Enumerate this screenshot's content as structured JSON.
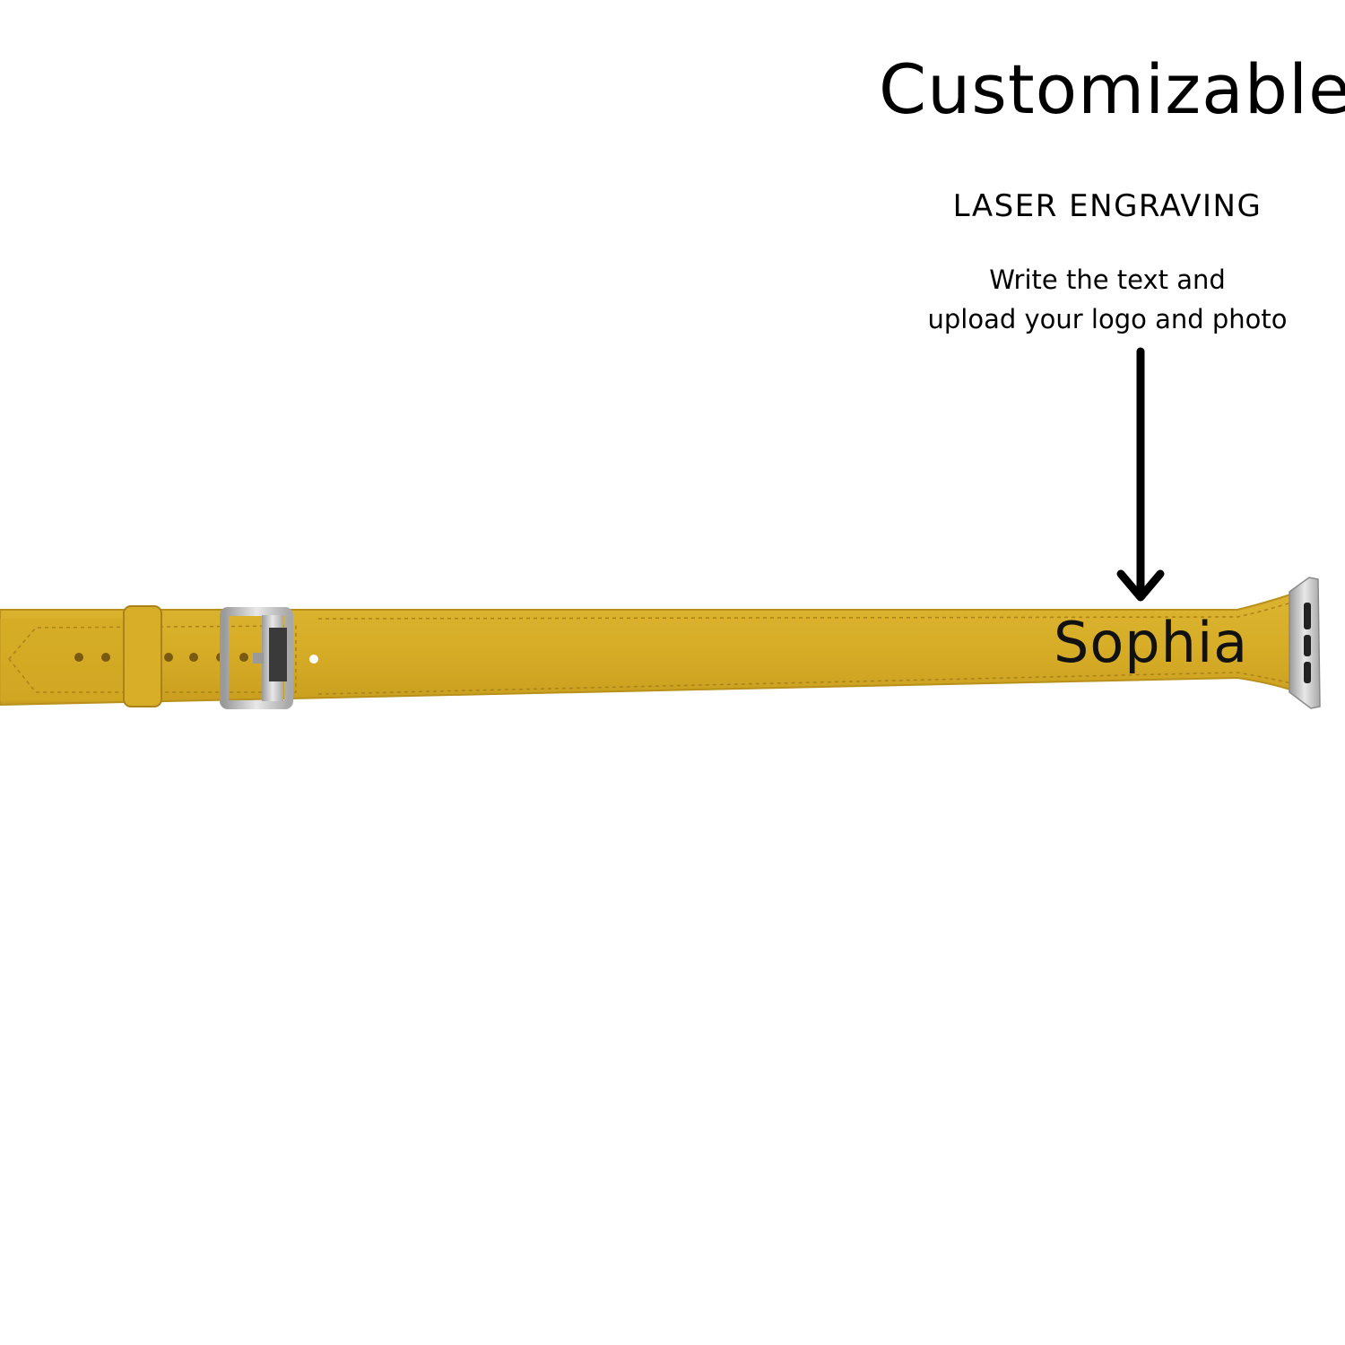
{
  "heading": "Customizable",
  "subheading": "LASER  ENGRAVING",
  "instructions": {
    "line1": "Write the text and",
    "line2": "upload your logo and photo"
  },
  "engraving_text": "Sophia",
  "colors": {
    "strap": "#d9b12a",
    "strap_edge": "#b8901a",
    "buckle": "#c8c8c8",
    "connector": "#d4d4d4",
    "text": "#000000"
  },
  "icons": [
    "arrow-down-icon",
    "buckle-icon",
    "watch-connector-icon"
  ]
}
